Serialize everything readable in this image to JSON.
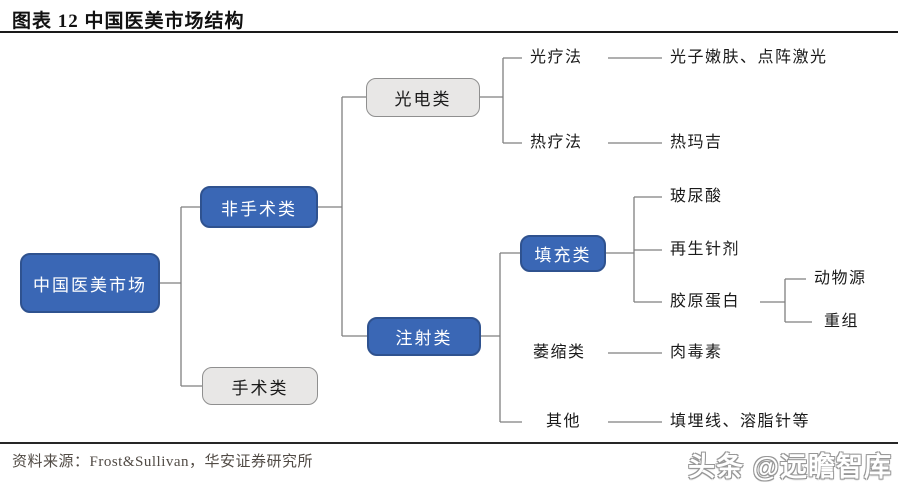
{
  "header": {
    "title": "图表 12 中国医美市场结构"
  },
  "colors": {
    "node_blue_fill": "#3a67b5",
    "node_blue_border": "#2f528f",
    "node_gray_fill": "#e8e7e6",
    "node_gray_border": "#8f8f8f",
    "connector_line": "#7f7f7f",
    "title_rule": "#1a1a1a",
    "source_text": "#514b45"
  },
  "diagram": {
    "root": {
      "label": "中国医美市场"
    },
    "non_surgical": {
      "label": "非手术类"
    },
    "surgical": {
      "label": "手术类"
    },
    "photoelectric": {
      "label": "光电类"
    },
    "injection": {
      "label": "注射类"
    },
    "light_therapy": {
      "label": "光疗法",
      "examples": "光子嫩肤、点阵激光"
    },
    "heat_therapy": {
      "label": "热疗法",
      "examples": "热玛吉"
    },
    "filler": {
      "label": "填充类"
    },
    "hyaluronic_acid": {
      "label": "玻尿酸"
    },
    "regenerative": {
      "label": "再生针剂"
    },
    "collagen": {
      "label": "胶原蛋白"
    },
    "animal_source": {
      "label": "动物源"
    },
    "recombinant": {
      "label": "重组"
    },
    "atrophy": {
      "label": "萎缩类",
      "examples": "肉毒素"
    },
    "other": {
      "label": "其他",
      "examples": "填埋线、溶脂针等"
    }
  },
  "footer": {
    "source": "资料来源：Frost&Sullivan，华安证券研究所",
    "watermark": "头条 @远瞻智库"
  }
}
